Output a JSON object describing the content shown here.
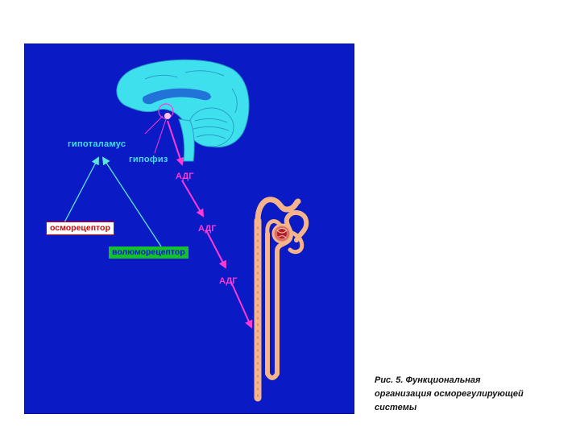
{
  "diagram": {
    "labels": {
      "hypothalamus": "гипоталамус",
      "pituitary": "гипофиз",
      "adh_1": "АДГ",
      "adh_2": "АДГ",
      "adh_3": "АДГ",
      "osmoreceptor": "осморецептор",
      "volumoreceptor": "волюморецептор"
    },
    "colors": {
      "panel_background": "#0a1ac4",
      "brain": "#3fe0ee",
      "hormone_arrow": "#ff3ad4",
      "receptor_line": "#5ce6d8",
      "nephron": "#f5b48a",
      "glomerulus": "#b0202a",
      "osmoreceptor_box": "#ffffff",
      "volumoreceptor_box": "#12c12c"
    }
  },
  "caption": {
    "lines": [
      "Рис. 5. Функциональная",
      "организация осморегулирующей",
      "системы"
    ]
  }
}
